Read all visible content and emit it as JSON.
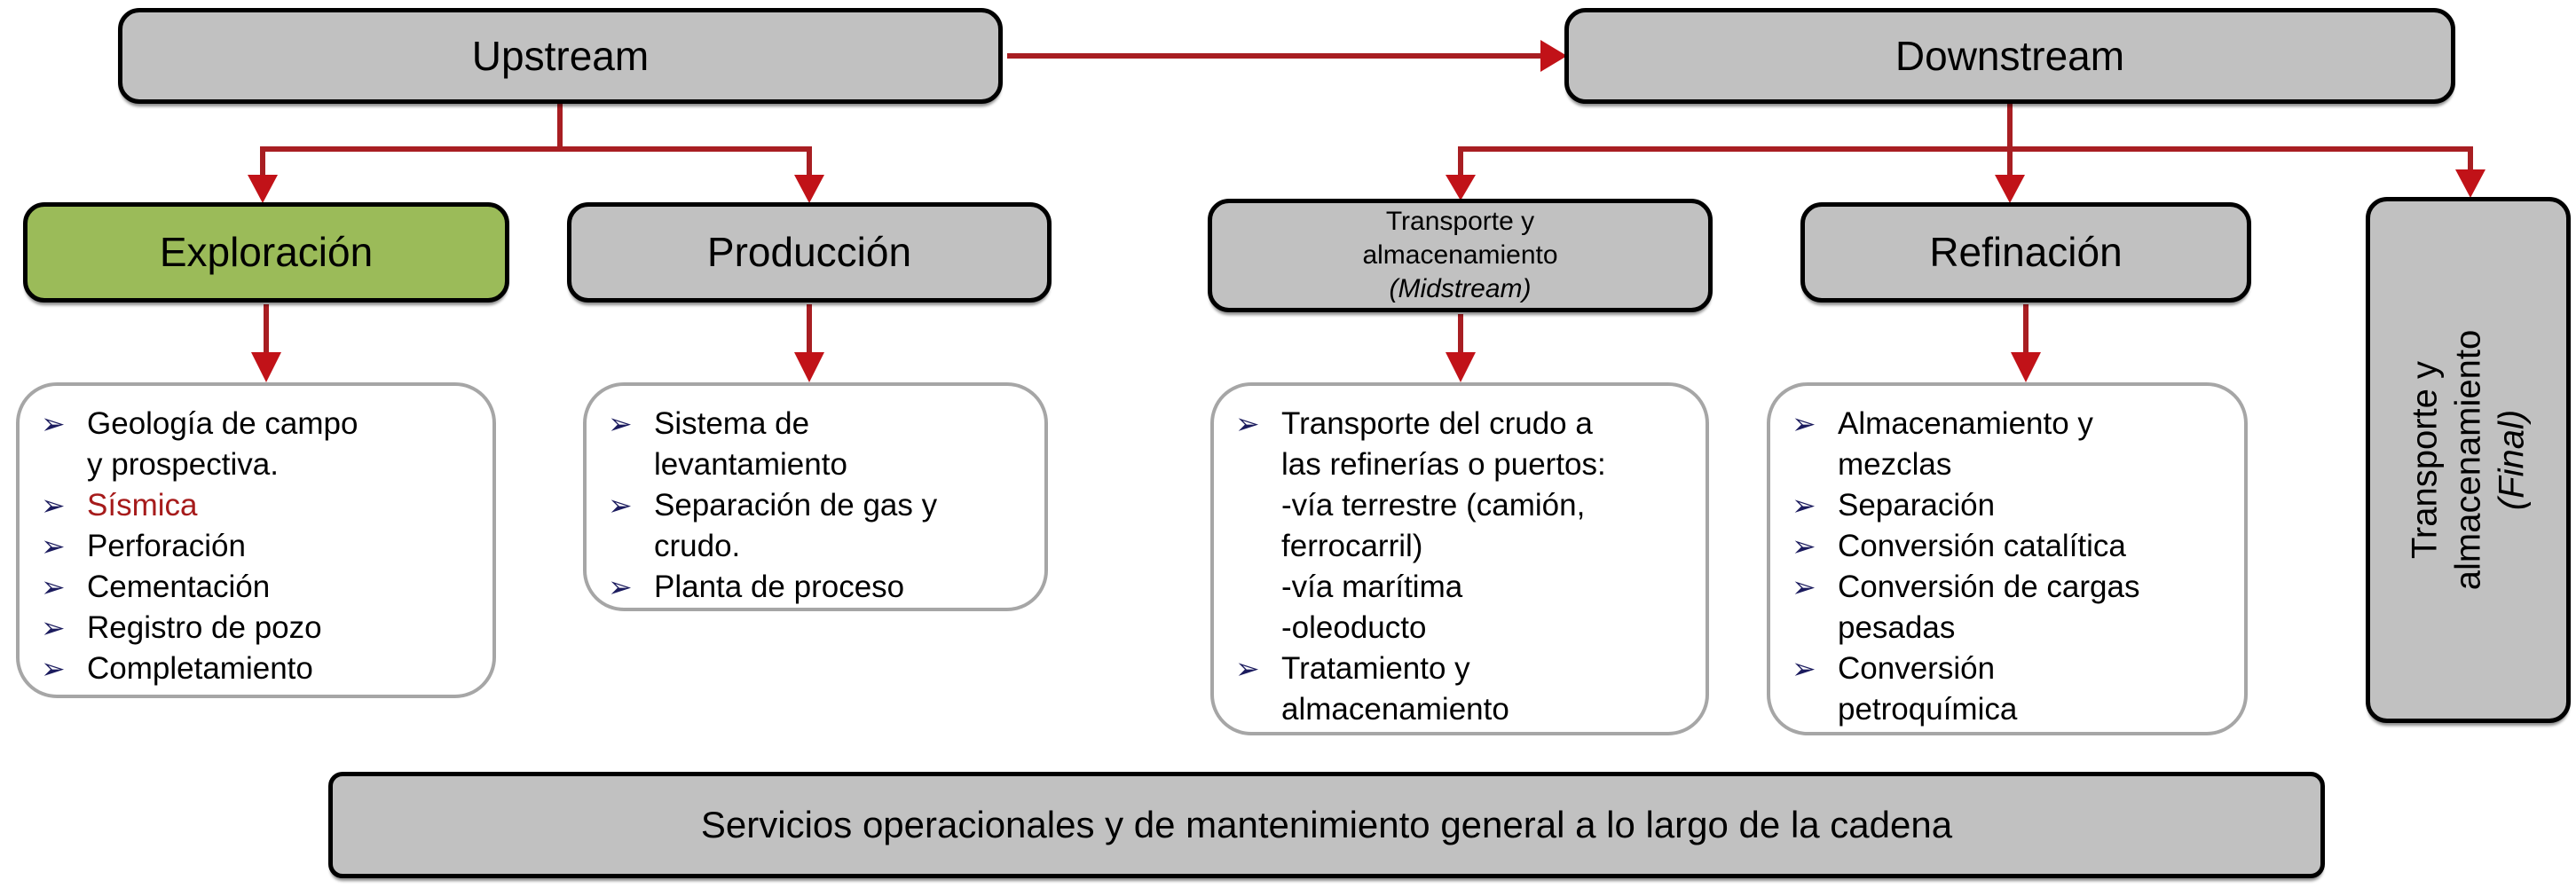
{
  "colors": {
    "box_gray": "#c1c1c1",
    "box_green": "#9bbb59",
    "box_border": "#000000",
    "list_border": "#a6a6a6",
    "arrow_line": "#a81e22",
    "arrow_head": "#c11218",
    "bullet_navy": "#1b1b5e",
    "highlight_red": "#a61b1b"
  },
  "bullet_glyph": "➢",
  "top": {
    "upstream": "Upstream",
    "downstream": "Downstream"
  },
  "stages": {
    "exploracion": {
      "label": "Exploración"
    },
    "produccion": {
      "label": "Producción"
    },
    "midstream": {
      "line1": "Transporte y",
      "line2": "almacenamiento",
      "line3": "(Midstream)"
    },
    "refinacion": {
      "label": "Refinación"
    },
    "final": {
      "line1": "Transporte y",
      "line2": "almacenamiento",
      "line3": "(Final)"
    }
  },
  "lists": {
    "exploracion": {
      "items": [
        "Geología de campo\ny prospectiva.",
        "Sísmica",
        "Perforación",
        "Cementación",
        "Registro de pozo",
        "Completamiento"
      ]
    },
    "produccion": {
      "items": [
        "Sistema de\nlevantamiento",
        "Separación de gas y\ncrudo.",
        "Planta de proceso"
      ]
    },
    "midstream": {
      "items": [
        "Transporte del crudo a\nlas refinerías o puertos:\n-vía terrestre (camión,\nferrocarril)\n-vía marítima\n-oleoducto",
        "Tratamiento y\nalmacenamiento"
      ]
    },
    "refinacion": {
      "items": [
        "Almacenamiento y\nmezclas",
        "Separación",
        "Conversión catalítica",
        "Conversión de cargas\npesadas",
        "Conversión\npetroquímica"
      ]
    }
  },
  "footer": {
    "label": "Servicios operacionales y de mantenimiento general a lo largo de la cadena"
  }
}
